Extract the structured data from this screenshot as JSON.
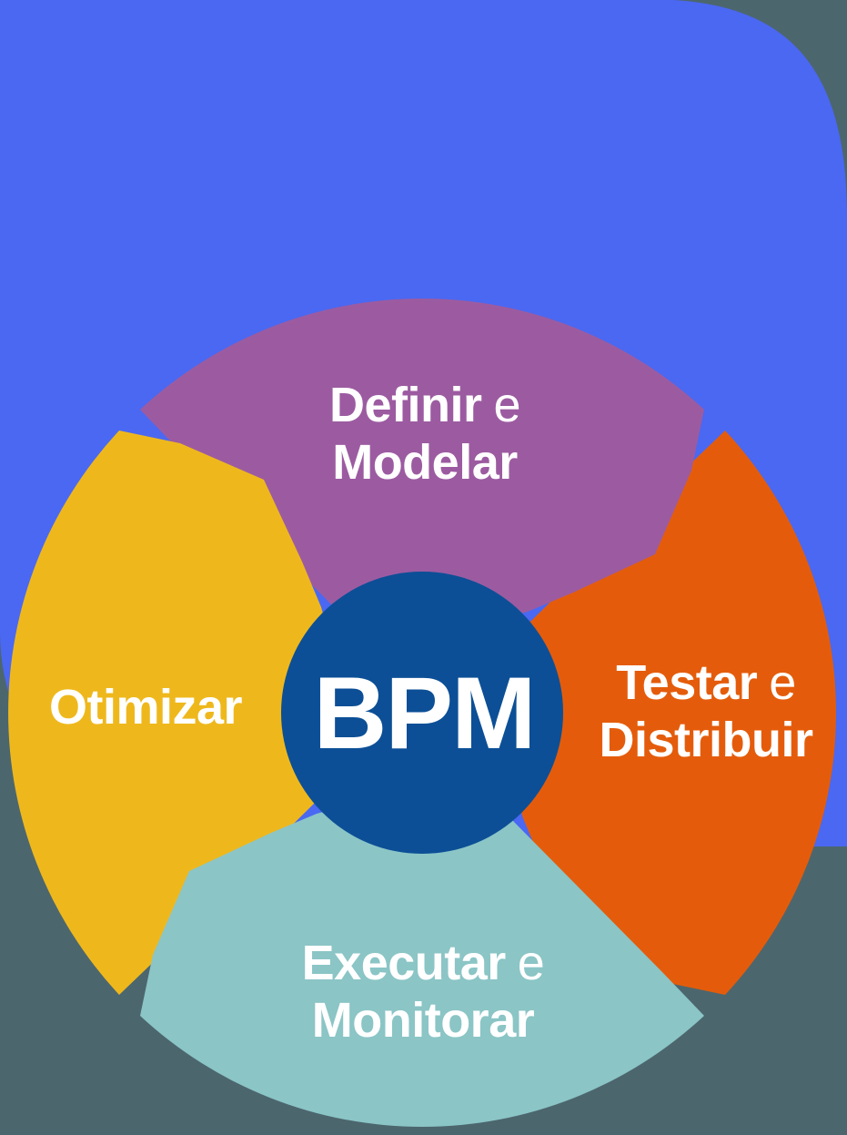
{
  "scene": {
    "background_color": "#4c666e",
    "card_color": "#4a68f2",
    "label_text_color": "#ffffff",
    "center": {
      "label": "BPM",
      "circle_color": "#0c4f96",
      "text_color": "#ffffff"
    },
    "petals": [
      {
        "name": "definir-modelar",
        "position": "top",
        "color": "#9c5ba1",
        "line1_word": "Definir",
        "line1_conj": "e",
        "line2": "Modelar"
      },
      {
        "name": "testar-distribuir",
        "position": "right",
        "color": "#e45c0b",
        "line1_word": "Testar",
        "line1_conj": "e",
        "line2": "Distribuir"
      },
      {
        "name": "executar-monitorar",
        "position": "bottom",
        "color": "#8bc5c6",
        "line1_word": "Executar",
        "line1_conj": "e",
        "line2": "Monitorar"
      },
      {
        "name": "otimizar",
        "position": "left",
        "color": "#eeb81d",
        "line1_word": "Otimizar",
        "line1_conj": "",
        "line2": ""
      }
    ]
  }
}
